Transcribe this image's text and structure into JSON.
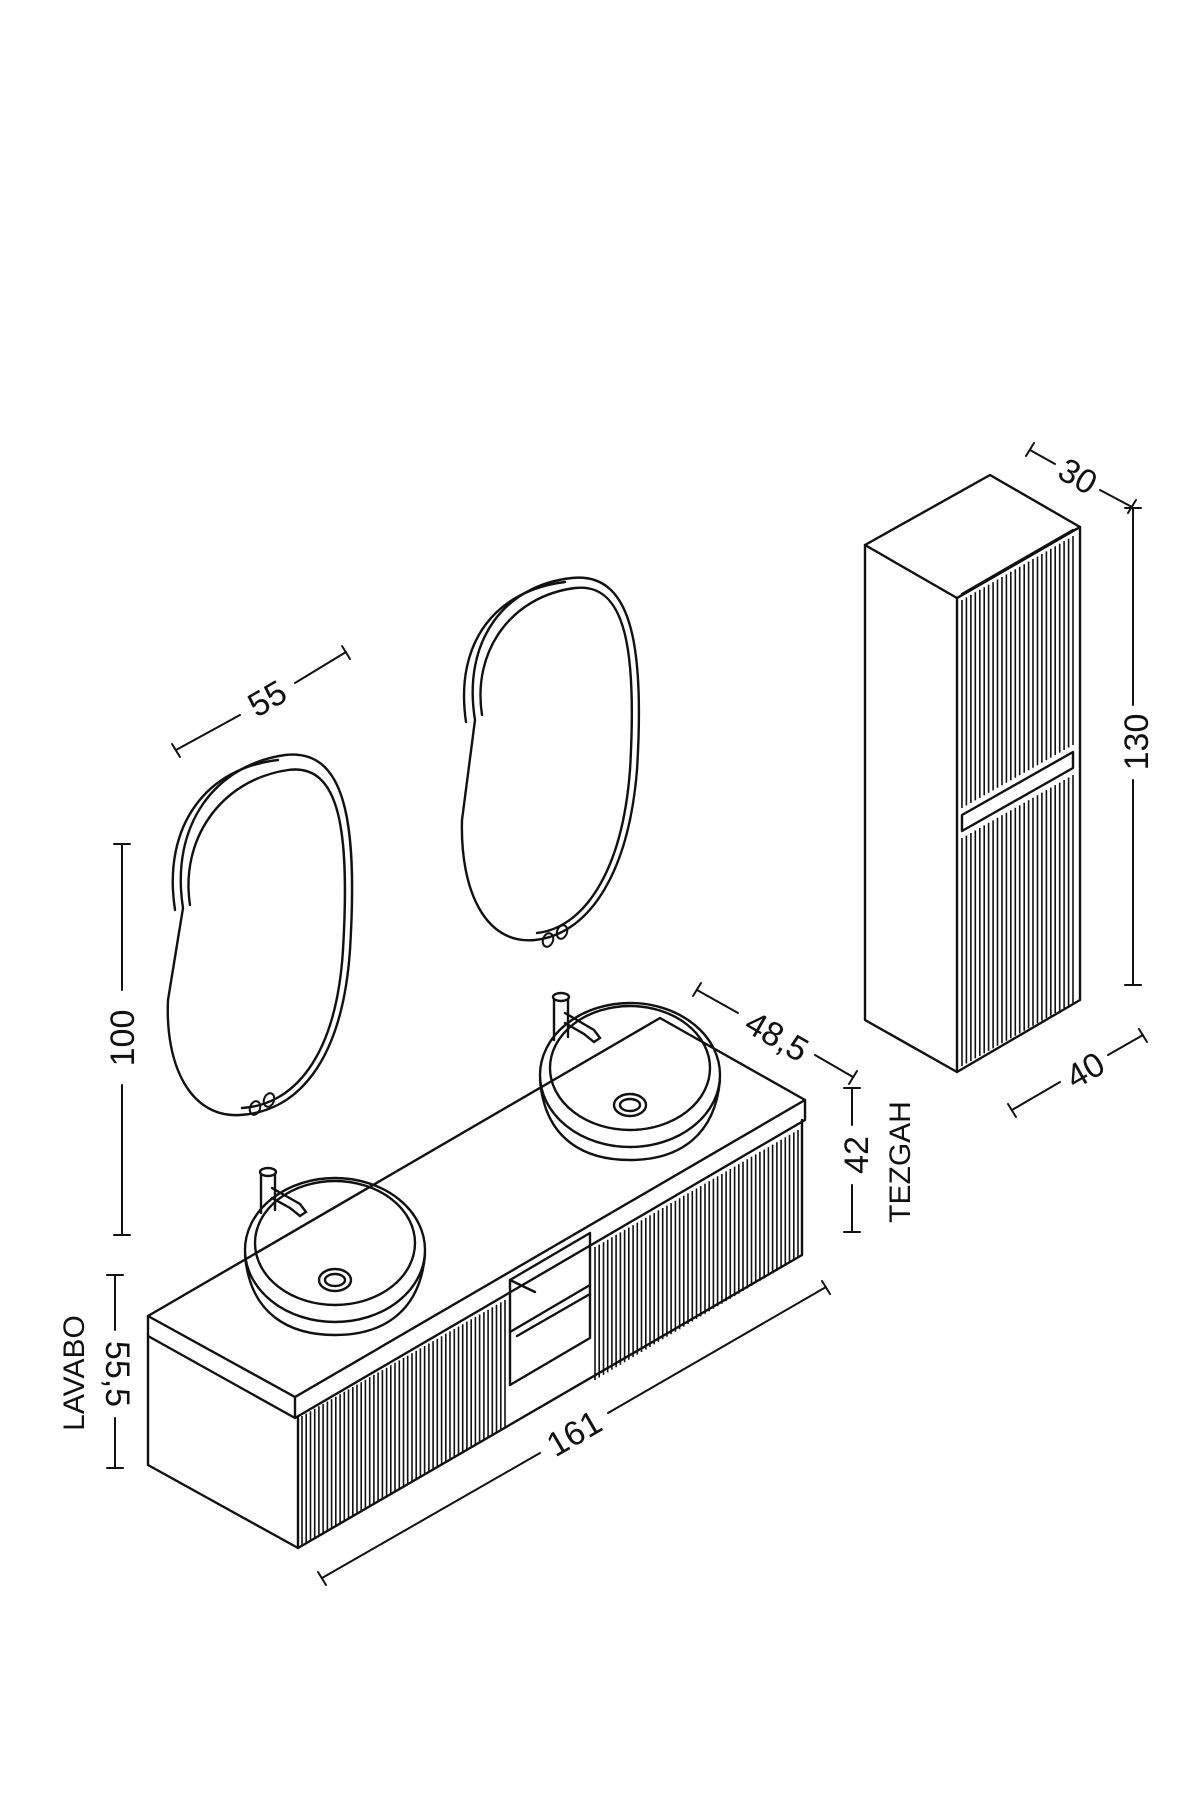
{
  "dimensions": {
    "mirror_width": "55",
    "mirror_height": "100",
    "cabinet_depth": "48,5",
    "counter_height": "42",
    "counter_label": "TEZGAH",
    "sink_height": "55,5",
    "sink_label": "LAVABO",
    "cabinet_width": "161",
    "tall_depth": "30",
    "tall_height": "130",
    "tall_width": "40"
  },
  "colors": {
    "line": "#111111",
    "background": "#ffffff"
  }
}
